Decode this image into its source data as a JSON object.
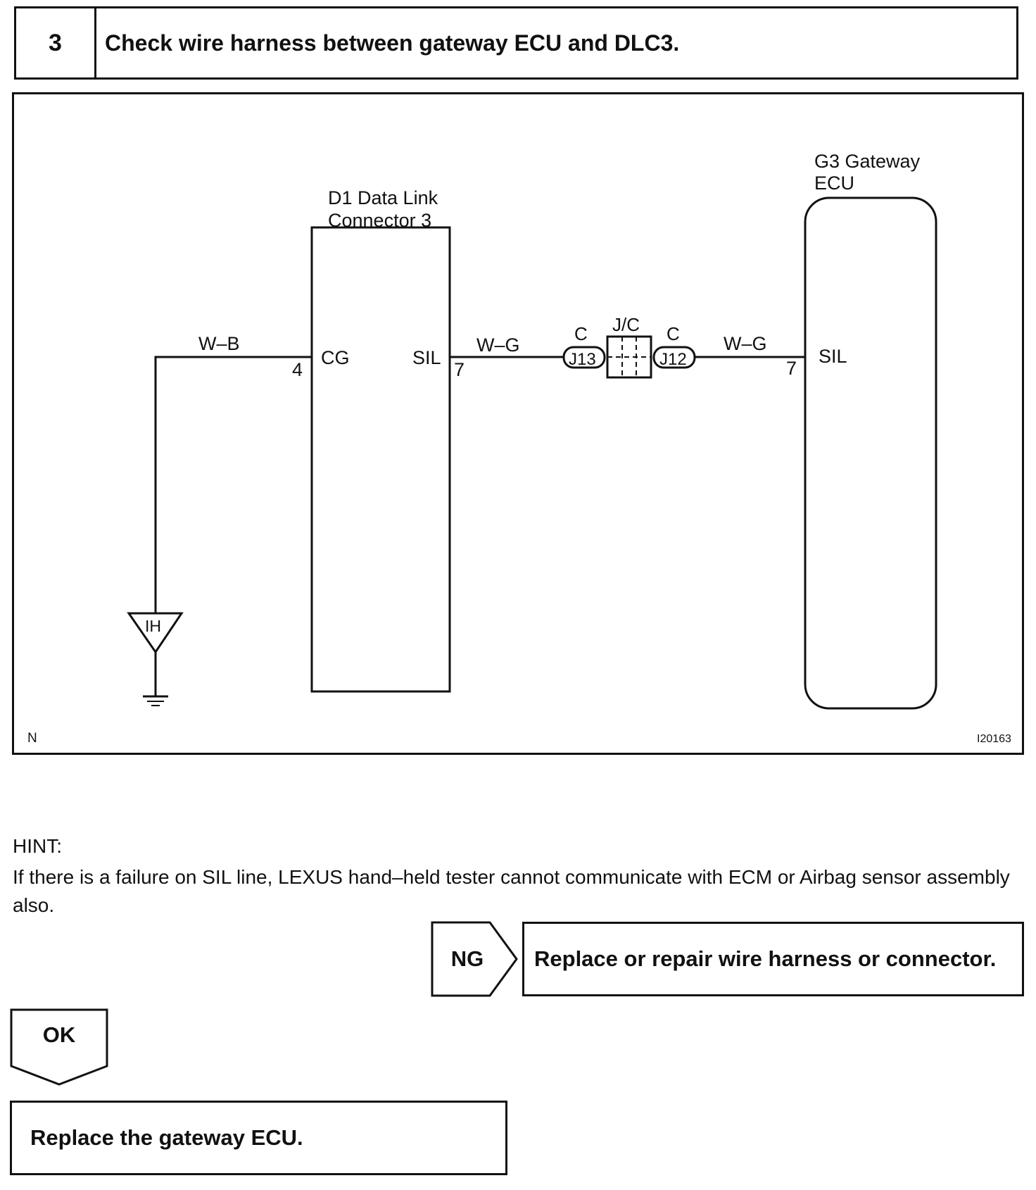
{
  "step": {
    "number": "3",
    "title": "Check wire harness between gateway ECU and DLC3."
  },
  "diagram": {
    "dlc": {
      "name_line1": "D1 Data Link",
      "name_line2": "Connector 3",
      "pin_cg_label": "CG",
      "pin_cg_number": "4",
      "pin_sil_label": "SIL",
      "pin_sil_number": "7"
    },
    "ground": {
      "wire_color": "W–B",
      "ground_point": "IH"
    },
    "junction": {
      "label": "J/C",
      "left_connector_type": "C",
      "left_connector": "J13",
      "right_connector_type": "C",
      "right_connector": "J12"
    },
    "wire_left": "W–G",
    "wire_right": "W–G",
    "ecu": {
      "name_line1": "G3 Gateway",
      "name_line2": "ECU",
      "pin_sil_label": "SIL",
      "pin_sil_number": "7"
    },
    "corner_left": "N",
    "corner_right": "I20163"
  },
  "hint": {
    "label": "HINT:",
    "text": "If there is a failure on SIL line, LEXUS hand–held tester cannot communicate with ECM or Airbag sensor assembly also."
  },
  "ng": {
    "label": "NG",
    "action": "Replace or repair wire harness or connector."
  },
  "ok": {
    "label": "OK",
    "action": "Replace the gateway ECU."
  }
}
